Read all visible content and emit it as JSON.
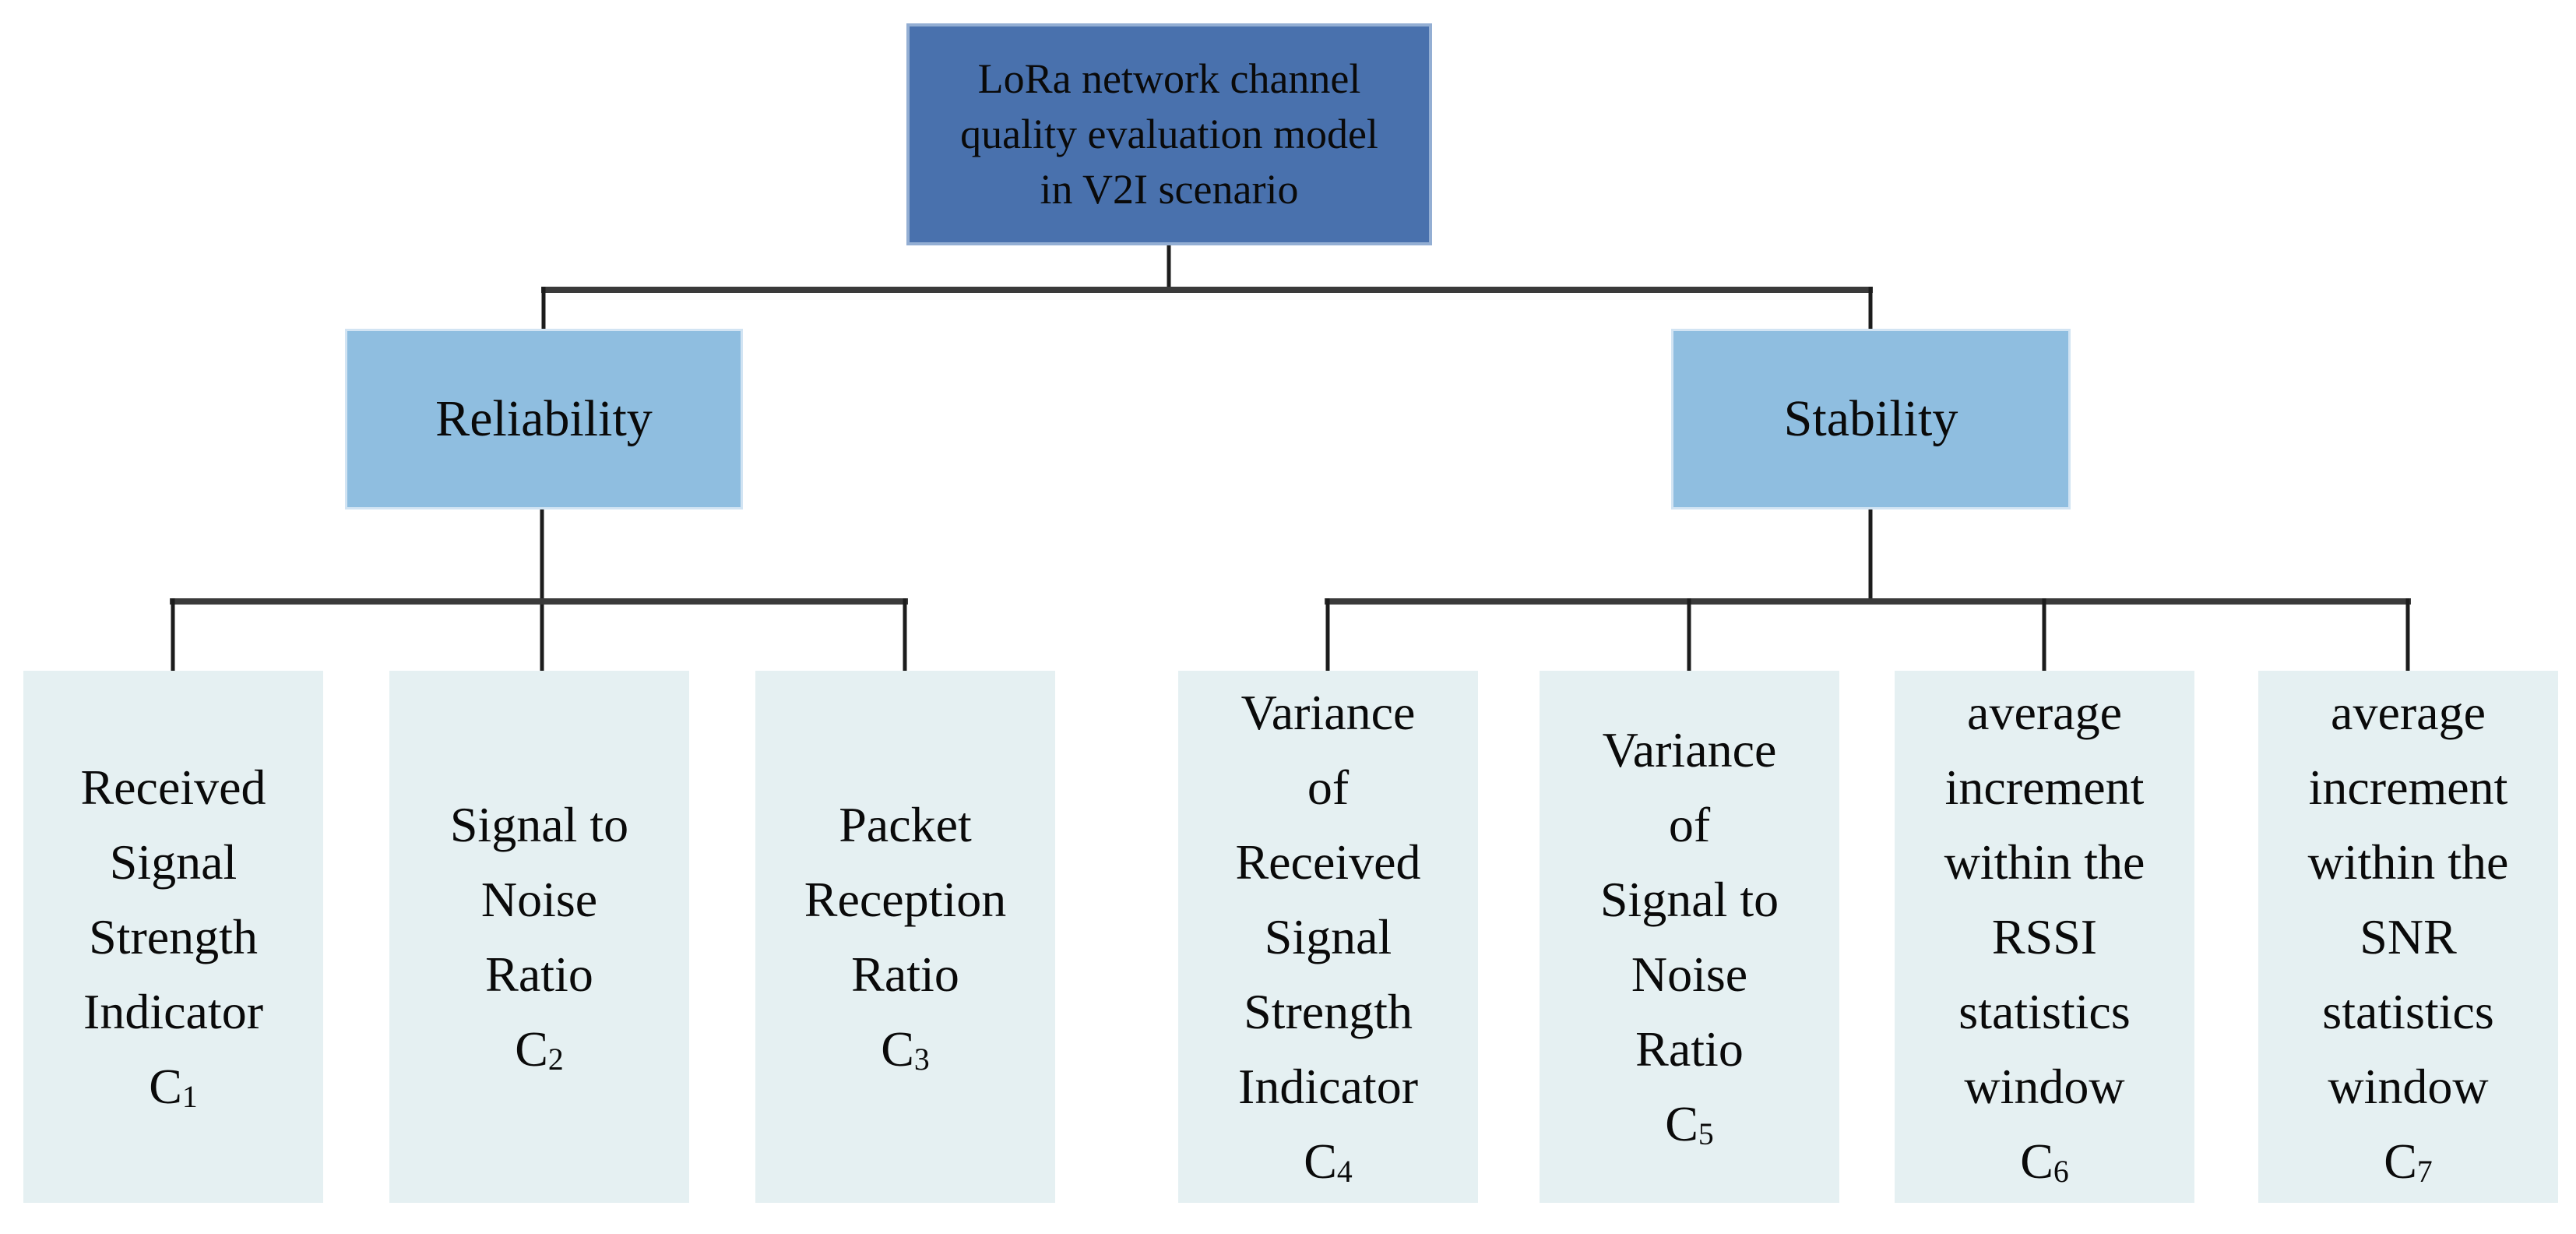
{
  "diagram": {
    "type": "hierarchy-tree",
    "root": {
      "label_lines": [
        "LoRa network channel",
        "quality evaluation model",
        "in V2I scenario"
      ]
    },
    "branches": [
      {
        "label": "Reliability",
        "children": [
          {
            "lines": [
              "Received",
              "Signal",
              "Strength",
              "Indicator"
            ],
            "code": "C",
            "sub": "1"
          },
          {
            "lines": [
              "Signal to",
              "Noise",
              "Ratio"
            ],
            "code": "C",
            "sub": "2"
          },
          {
            "lines": [
              "Packet",
              "Reception",
              "Ratio"
            ],
            "code": "C",
            "sub": "3"
          }
        ]
      },
      {
        "label": "Stability",
        "children": [
          {
            "lines": [
              "Variance",
              "of",
              "Received",
              "Signal",
              "Strength",
              "Indicator"
            ],
            "code": "C",
            "sub": "4"
          },
          {
            "lines": [
              "Variance",
              "of",
              "Signal to",
              "Noise",
              "Ratio"
            ],
            "code": "C",
            "sub": "5"
          },
          {
            "lines": [
              "average",
              "increment",
              "within the",
              "RSSI",
              "statistics",
              "window"
            ],
            "code": "C",
            "sub": "6"
          },
          {
            "lines": [
              "average",
              "increment",
              "within the",
              "SNR",
              "statistics",
              "window"
            ],
            "code": "C",
            "sub": "7"
          }
        ]
      }
    ],
    "colors": {
      "root_fill": "#4971ad",
      "root_edge": "#93aed3",
      "branch_fill": "#8fbee0",
      "branch_edge": "#d2e4f3",
      "leaf_fill": "#e5f0f2",
      "connector_line": "#1c1c1c",
      "connector_bus": "#3a3a3a",
      "text": "#0a0a0a",
      "background": "#ffffff"
    }
  }
}
